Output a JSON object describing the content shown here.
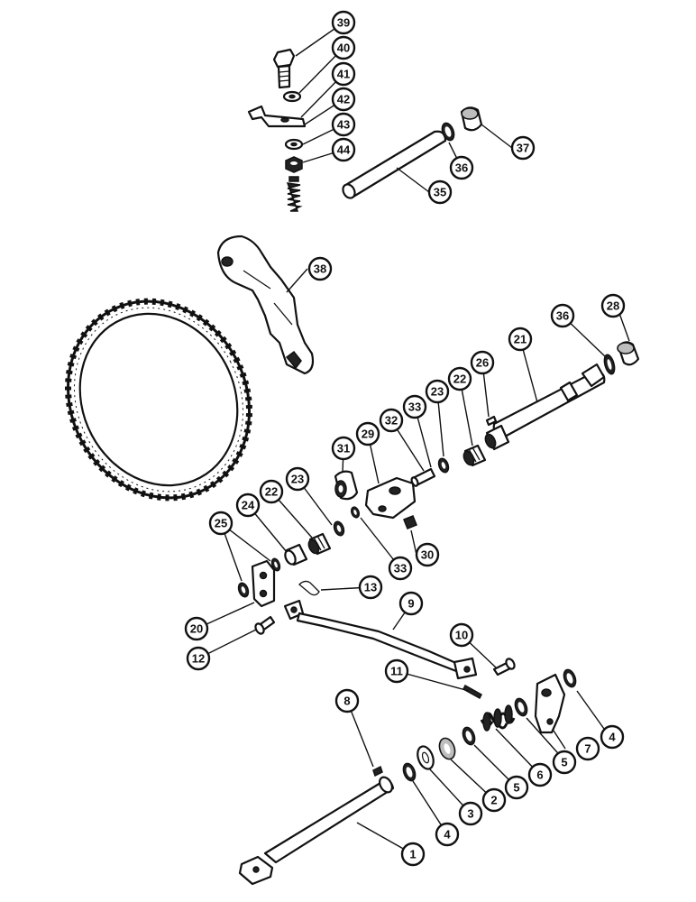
{
  "callouts": [
    {
      "id": "c39",
      "label": "39"
    },
    {
      "id": "c40",
      "label": "40"
    },
    {
      "id": "c41",
      "label": "41"
    },
    {
      "id": "c42",
      "label": "42"
    },
    {
      "id": "c43",
      "label": "43"
    },
    {
      "id": "c44",
      "label": "44"
    },
    {
      "id": "c37",
      "label": "37"
    },
    {
      "id": "c36a",
      "label": "36"
    },
    {
      "id": "c35",
      "label": "35"
    },
    {
      "id": "c38",
      "label": "38"
    },
    {
      "id": "c36b",
      "label": "36"
    },
    {
      "id": "c28",
      "label": "28"
    },
    {
      "id": "c21",
      "label": "21"
    },
    {
      "id": "c26",
      "label": "26"
    },
    {
      "id": "c22a",
      "label": "22"
    },
    {
      "id": "c23a",
      "label": "23"
    },
    {
      "id": "c33a",
      "label": "33"
    },
    {
      "id": "c32",
      "label": "32"
    },
    {
      "id": "c31",
      "label": "31"
    },
    {
      "id": "c29",
      "label": "29"
    },
    {
      "id": "c30",
      "label": "30"
    },
    {
      "id": "c33b",
      "label": "33"
    },
    {
      "id": "c23b",
      "label": "23"
    },
    {
      "id": "c22b",
      "label": "22"
    },
    {
      "id": "c24",
      "label": "24"
    },
    {
      "id": "c25",
      "label": "25"
    },
    {
      "id": "c13",
      "label": "13"
    },
    {
      "id": "c20",
      "label": "20"
    },
    {
      "id": "c12",
      "label": "12"
    },
    {
      "id": "c9",
      "label": "9"
    },
    {
      "id": "c10",
      "label": "10"
    },
    {
      "id": "c11",
      "label": "11"
    },
    {
      "id": "c8",
      "label": "8"
    },
    {
      "id": "c4a",
      "label": "4"
    },
    {
      "id": "c7",
      "label": "7"
    },
    {
      "id": "c5a",
      "label": "5"
    },
    {
      "id": "c6",
      "label": "6"
    },
    {
      "id": "c5b",
      "label": "5"
    },
    {
      "id": "c2",
      "label": "2"
    },
    {
      "id": "c3",
      "label": "3"
    },
    {
      "id": "c4b",
      "label": "4"
    },
    {
      "id": "c1",
      "label": "1"
    }
  ]
}
